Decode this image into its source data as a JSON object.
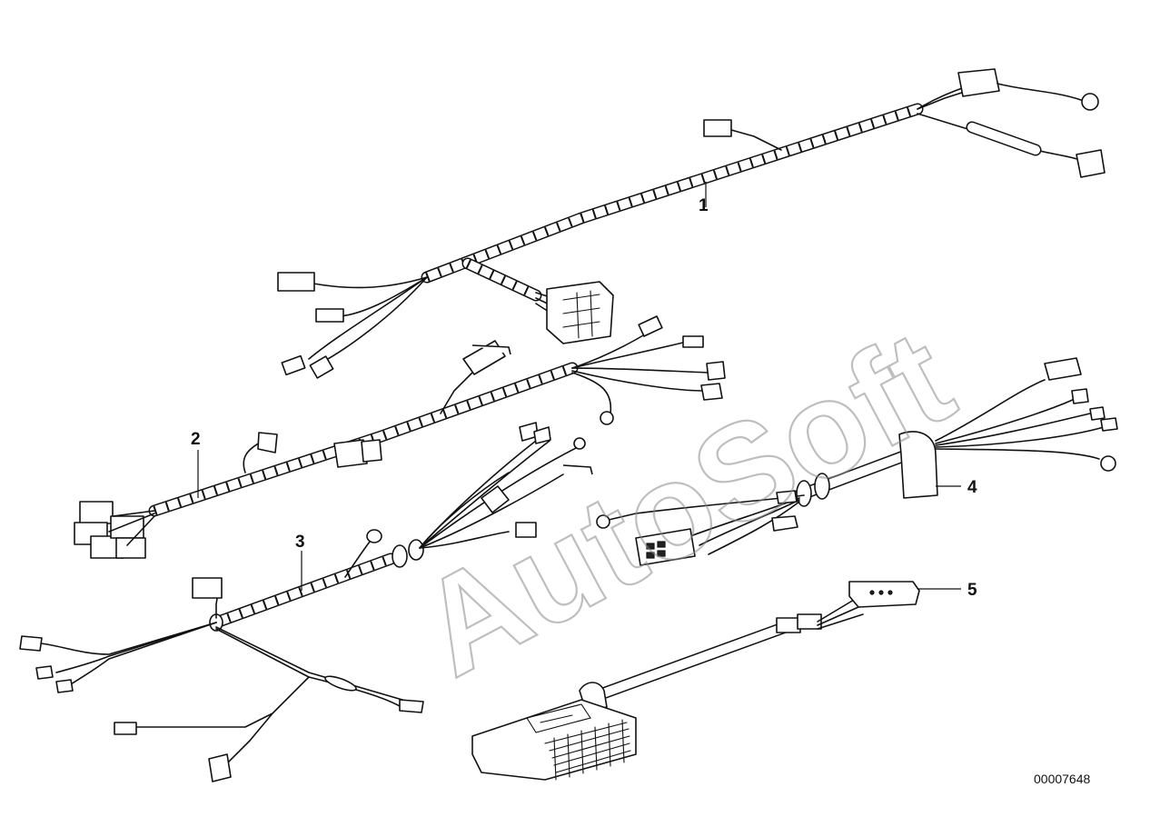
{
  "diagram": {
    "callouts": [
      {
        "id": "1",
        "label": "1"
      },
      {
        "id": "2",
        "label": "2"
      },
      {
        "id": "3",
        "label": "3"
      },
      {
        "id": "4",
        "label": "4"
      },
      {
        "id": "5",
        "label": "5"
      }
    ],
    "document_number": "00007648",
    "watermark": "AutoSoft"
  }
}
